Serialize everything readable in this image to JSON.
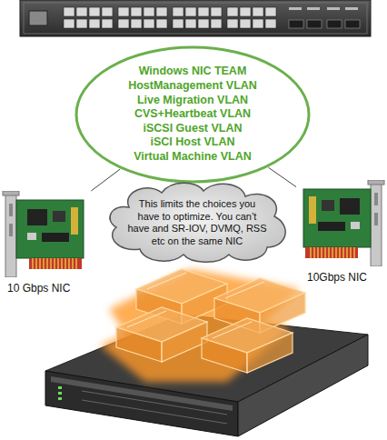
{
  "diagram": {
    "nodes": [
      {
        "text": [
          "Windows NIC TEAM",
          "HostManagement VLAN",
          "Live Migration VLAN",
          "CVS+Heartbeat VLAN",
          "iSCSI Guest VLAN",
          "iSCI Host VLAN",
          "Virtual Machine VLAN"
        ]
      },
      {
        "text": [
          "10 Gbps NIC"
        ]
      },
      {
        "text": [
          "This limits the choices you have to optimize. You can’t have and SR-IOV, DVMQ, RSS etc on the same NIC"
        ]
      },
      {
        "text": [
          "10Gbps NIC"
        ]
      }
    ],
    "edges": [
      {
        "from": 0,
        "to": 1,
        "arrow": "none"
      },
      {
        "from": 0,
        "to": 3,
        "arrow": "none"
      }
    ]
  }
}
